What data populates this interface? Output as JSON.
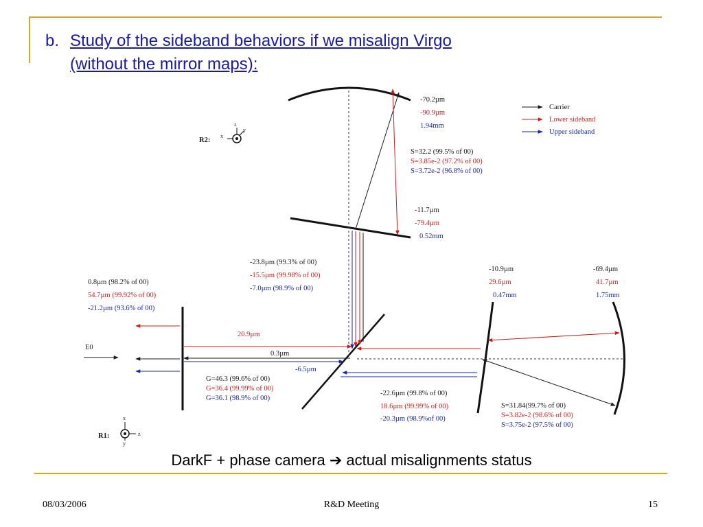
{
  "slide": {
    "number_label": "b.",
    "title_line1": "Study of the sideband behaviors if we misalign Virgo",
    "title_line2": "(without the mirror maps):",
    "caption_before": "DarkF + phase camera ",
    "caption_arrow": "➔",
    "caption_after": " actual misalignments status",
    "footer_date": "08/03/2006",
    "footer_center": "R&D Meeting",
    "footer_page": "15"
  },
  "colors": {
    "accent_gold": "#e0a21a",
    "title_blue": "#1a1aa6",
    "carrier": "#1a1a1a",
    "lower_sideband": "#c81e1e",
    "upper_sideband": "#1a2a9a"
  },
  "diagram": {
    "legend": {
      "carrier": "Carrier",
      "lower": "Lower sideband",
      "upper": "Upper sideband"
    },
    "r2": {
      "label": "R2:",
      "ax_z": "z",
      "ax_x": "x",
      "ax_y": "y"
    },
    "r1": {
      "label": "R1:",
      "ax_x": "x",
      "ax_y": "y",
      "ax_z": "z"
    },
    "r2_top": {
      "carrier": "-70.2µm",
      "lower": "-90.9µm",
      "upper": "1.94mm"
    },
    "r2_s": {
      "carrier": "S=32.2 (99.5% of 00)",
      "lower": "S=3.85e-2 (97.2% of 00)",
      "upper": "S=3.72e-2 (96.8% of 00)"
    },
    "r2_bottom": {
      "carrier": "-11.7µm",
      "lower": "-79.4µm",
      "upper": "0.52mm"
    },
    "bs_vertical": {
      "carrier": "-23.8µm (99.3% of 00)",
      "lower": "-15.5µm (99.98% of 00)",
      "upper": "-7.0µm (98.9% of 00)"
    },
    "left_beam": {
      "carrier": "0.8µm (98.2% of 00)",
      "lower": "54.7µm (99.92% of 00)",
      "upper": "-21.2µm (93.6% of 00)"
    },
    "input_label": "E0",
    "prm_red": "20.9µm",
    "prm_black": "0.3µm",
    "prm_blue": "-6.5µm",
    "gain": {
      "carrier": "G=46.3 (99.6% of 00)",
      "lower": "G=36.4 (99.99% of 00)",
      "upper": "G=36.1 (98.9% of 00)"
    },
    "bs_horizontal": {
      "carrier": "-22.6µm (99.8% of 00)",
      "lower": "18.6µm (99.99% of 00)",
      "upper": "-20.3µm (98.9%of 00)"
    },
    "nw_mirror": {
      "carrier": "-10.9µm",
      "lower": "29.6µm",
      "upper": "0.47mm"
    },
    "ne_mirror": {
      "carrier": "-69.4µm",
      "lower": "41.7µm",
      "upper": "1.75mm"
    },
    "arm_s": {
      "carrier": "S=31.84(99.7% of 00)",
      "lower": "S=3.82e-2 (98.6% of 00)",
      "upper": "S=3.75e-2 (97.5% of 00)"
    }
  }
}
